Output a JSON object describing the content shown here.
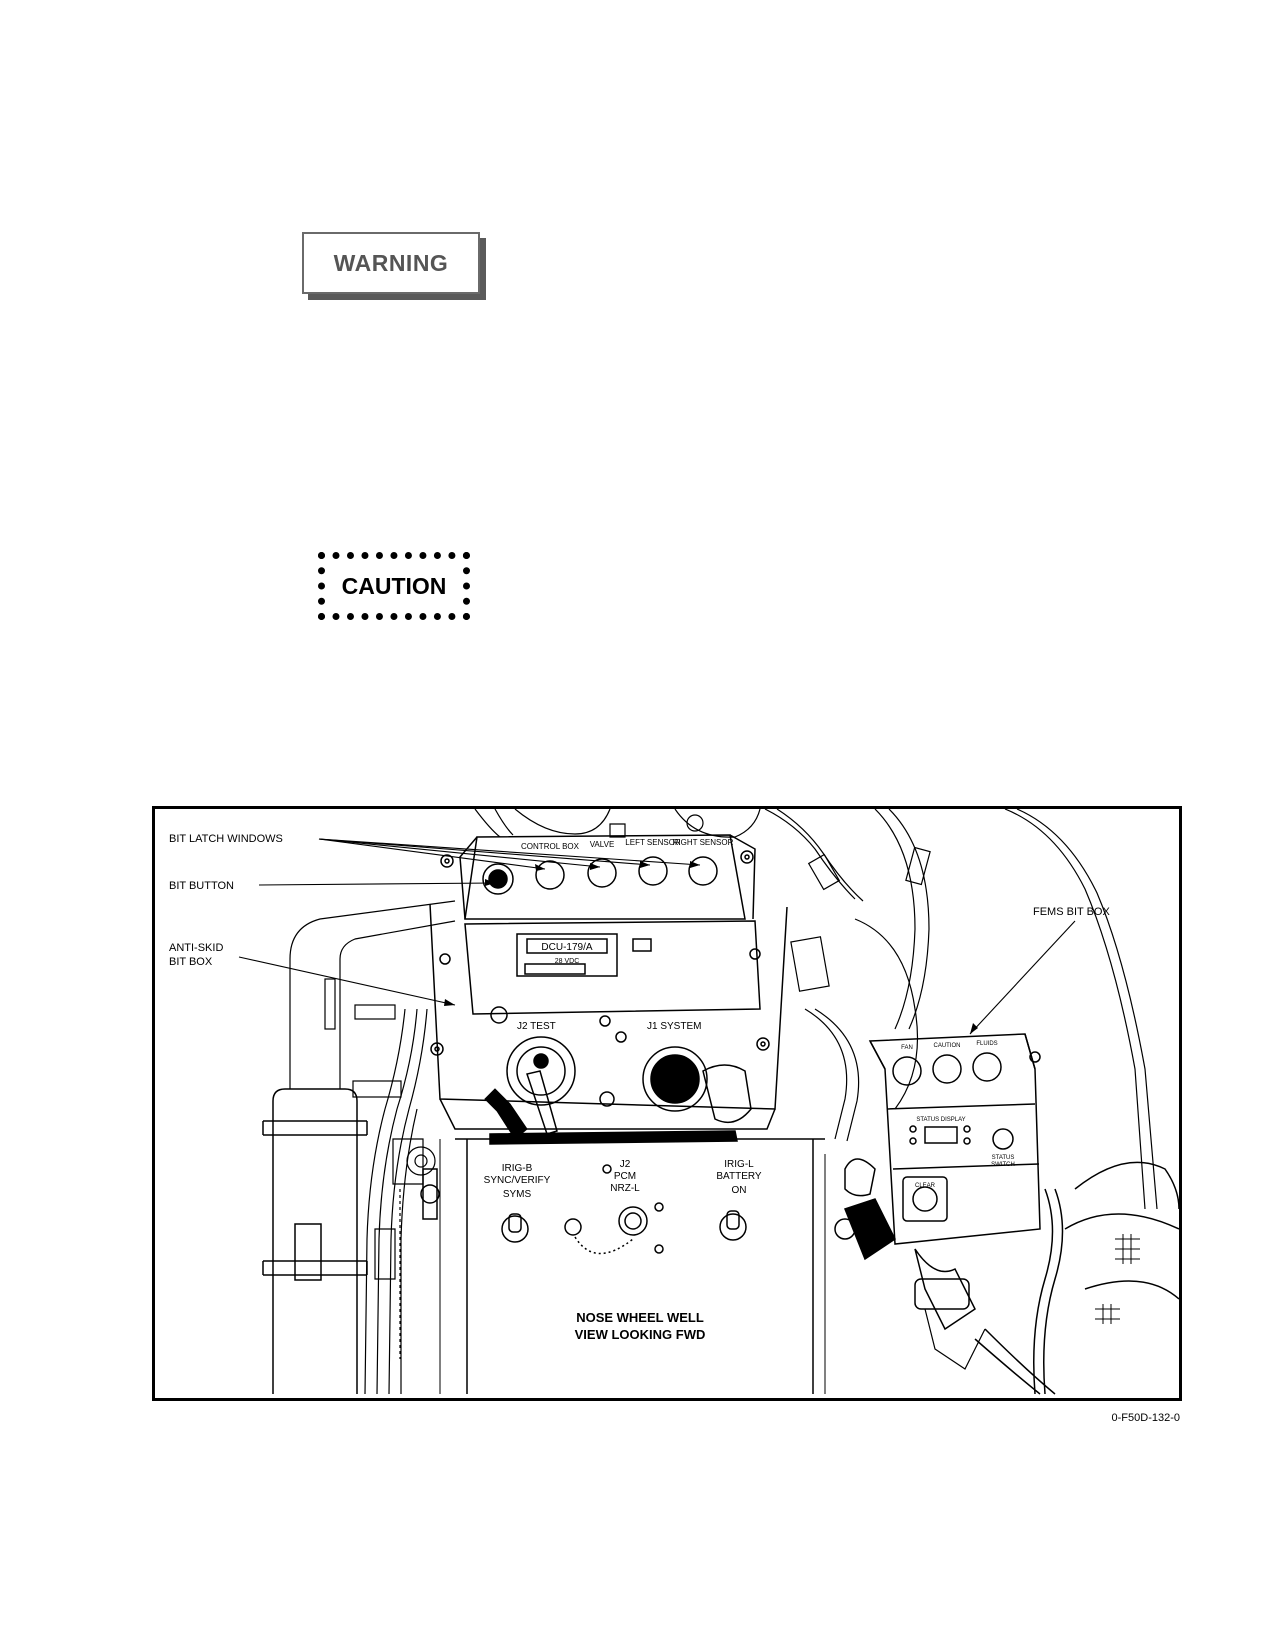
{
  "notices": {
    "warning_label": "WARNING",
    "caution_label": "CAUTION"
  },
  "figure": {
    "callouts": {
      "bit_latch_windows": "BIT LATCH WINDOWS",
      "bit_button": "BIT BUTTON",
      "anti_skid_line1": "ANTI-SKID",
      "anti_skid_line2": "BIT BOX",
      "fems_bit_box": "FEMS BIT BOX"
    },
    "panel_labels": {
      "top_row": [
        "CONTROL BOX",
        "VALVE",
        "LEFT SENSOR",
        "RIGHT SENSOR"
      ],
      "dcu_model": "DCU-179/A",
      "dcu_voltage": "28 VDC",
      "j2_test": "J2 TEST",
      "j1_system": "J1 SYSTEM"
    },
    "lower_panel": {
      "irig_b_sync": [
        "IRIG-B",
        "SYNC/VERIFY",
        "SYMS"
      ],
      "j2_pcm": [
        "J2",
        "PCM",
        "NRZ-L"
      ],
      "irig_battery": [
        "IRIG-L",
        "BATTERY",
        "ON"
      ]
    },
    "fems_labels": {
      "buttons": [
        "FAN",
        "CAUTION",
        "FLUIDS"
      ],
      "status_display": "STATUS DISPLAY",
      "status_switch_line1": "STATUS",
      "status_switch_line2": "SWITCH",
      "clear": "CLEAR"
    },
    "caption_line1": "NOSE WHEEL WELL",
    "caption_line2": "VIEW LOOKING FWD"
  },
  "figure_id": "0-F50D-132-0"
}
